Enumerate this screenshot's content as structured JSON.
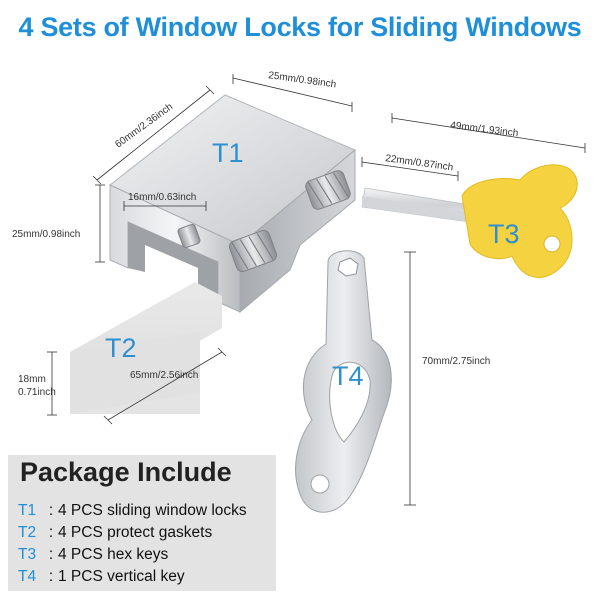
{
  "title": "4 Sets of Window Locks for Sliding Windows",
  "colors": {
    "accent": "#1e8fd8",
    "label_blue": "#2f8fcf",
    "key_yellow": "#f5d240",
    "metal": "#c9ccd0",
    "panel_bg": "#e3e3e3"
  },
  "parts": {
    "t1": "T1",
    "t2": "T2",
    "t3": "T3",
    "t4": "T4"
  },
  "dimensions": {
    "t1_width": "25mm/0.98inch",
    "t1_length": "60mm/2.36inch",
    "t1_height": "25mm/0.98inch",
    "t1_gap": "16mm/0.63inch",
    "t2_length": "65mm/2.56inch",
    "t2_height_mm": "18mm",
    "t2_height_inch": "0.71inch",
    "t3_total": "49mm/1.93inch",
    "t3_shaft": "22mm/0.87inch",
    "t4_length": "70mm/2.75inch"
  },
  "package": {
    "heading": "Package Include",
    "items": [
      {
        "code": "T1",
        "sep": ":",
        "text": "4 PCS sliding window locks"
      },
      {
        "code": "T2",
        "sep": ":",
        "text": "4 PCS protect gaskets"
      },
      {
        "code": "T3",
        "sep": ":",
        "text": "4 PCS hex keys"
      },
      {
        "code": "T4",
        "sep": ":",
        "text": "1 PCS vertical key"
      }
    ]
  }
}
